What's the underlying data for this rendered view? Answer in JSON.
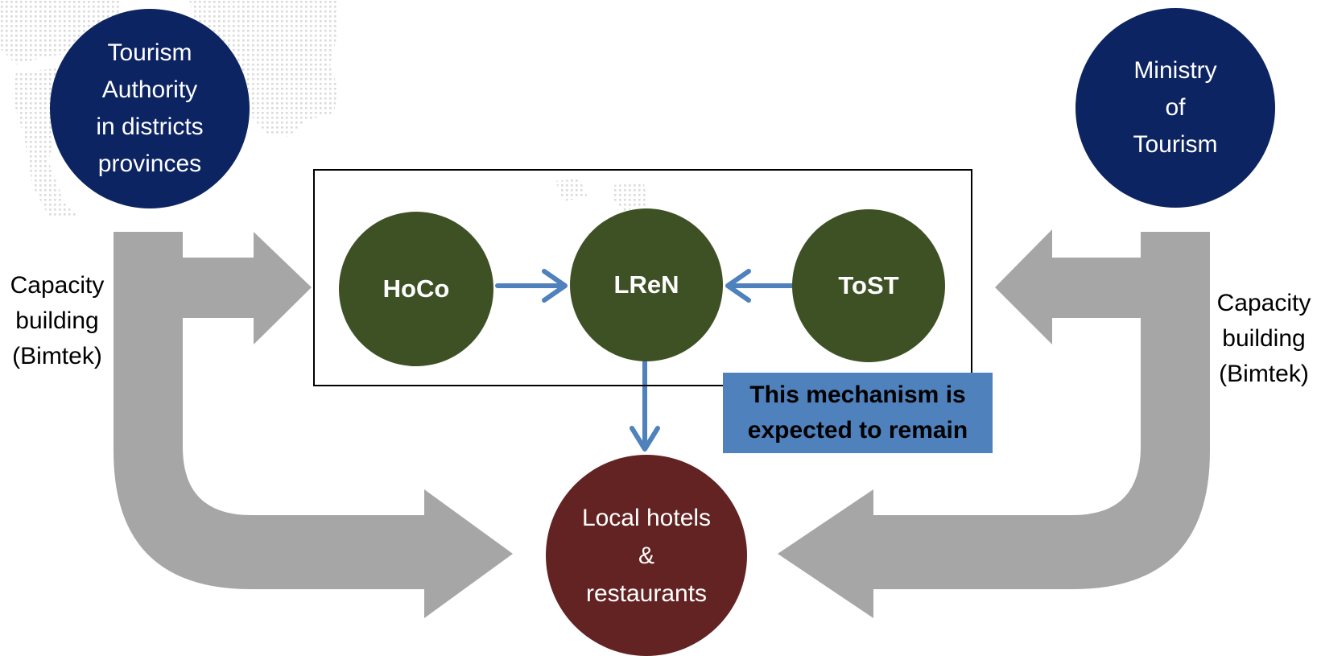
{
  "diagram": {
    "nodes": {
      "tourism_authority": "Tourism\nAuthority\nin districts\nprovinces",
      "ministry": "Ministry\nof\nTourism",
      "hoco": "HoCo",
      "lren": "LReN",
      "tost": "ToST",
      "local_hotels": "Local hotels\n&\nrestaurants"
    },
    "labels": {
      "left_capacity": "Capacity\nbuilding\n(Bimtek)",
      "right_capacity": "Capacity\nbuilding\n(Bimtek)",
      "mechanism_note": "This mechanism is\nexpected to remain"
    },
    "edges": [
      {
        "from": "HoCo",
        "to": "LReN"
      },
      {
        "from": "ToST",
        "to": "LReN"
      },
      {
        "from": "LReN",
        "to": "Local hotels & restaurants"
      },
      {
        "from": "Tourism Authority in districts provinces",
        "to": "HoCo / LReN / ToST"
      },
      {
        "from": "Tourism Authority in districts provinces",
        "to": "Local hotels & restaurants"
      },
      {
        "from": "Ministry of Tourism",
        "to": "HoCo / LReN / ToST"
      },
      {
        "from": "Ministry of Tourism",
        "to": "Local hotels & restaurants"
      }
    ],
    "colors": {
      "navy": "#0d2462",
      "green": "#3e5125",
      "maroon": "#632323",
      "gray_arrow": "#a6a6a6",
      "blue_arrow": "#4f81bd",
      "note_fill": "#4f81bd"
    }
  }
}
